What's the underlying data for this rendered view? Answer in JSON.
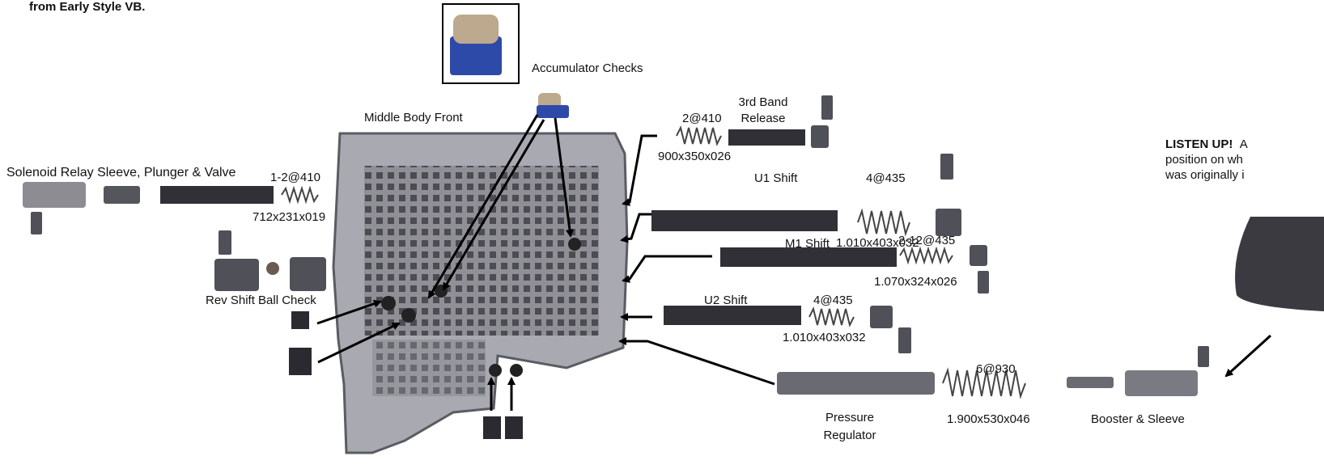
{
  "header": {
    "note_fragment": "from Early Style VB."
  },
  "labels": {
    "accumulator_checks": "Accumulator Checks",
    "middle_body_front": "Middle Body Front",
    "solenoid_relay": "Solenoid Relay Sleeve, Plunger & Valve",
    "spring_1_2_410": "1-2@410",
    "spec_712": "712x231x019",
    "rev_shift_ball_check": "Rev Shift Ball Check",
    "spring_2_410": "2@410",
    "third_band_line1": "3rd Band",
    "third_band_line2": "Release",
    "spec_900": "900x350x026",
    "u1_shift": "U1 Shift",
    "spring_4_435_a": "4@435",
    "spec_1010_a": "1.010x403x032",
    "m1_shift": "M1 Shift",
    "spring_2_12_435": "2-12@435",
    "spec_1070": "1.070x324x026",
    "u2_shift": "U2 Shift",
    "spring_4_435_b": "4@435",
    "spec_1010_b": "1.010x403x032",
    "spring_6_930": "6@930",
    "pressure_line1": "Pressure",
    "pressure_line2": "Regulator",
    "spec_1900": "1.900x530x046",
    "booster_sleeve": "Booster & Sleeve"
  },
  "side_note": {
    "lead": "LISTEN UP!",
    "line1_rest": "A",
    "line2": "position on wh",
    "line3": "was originally i"
  }
}
